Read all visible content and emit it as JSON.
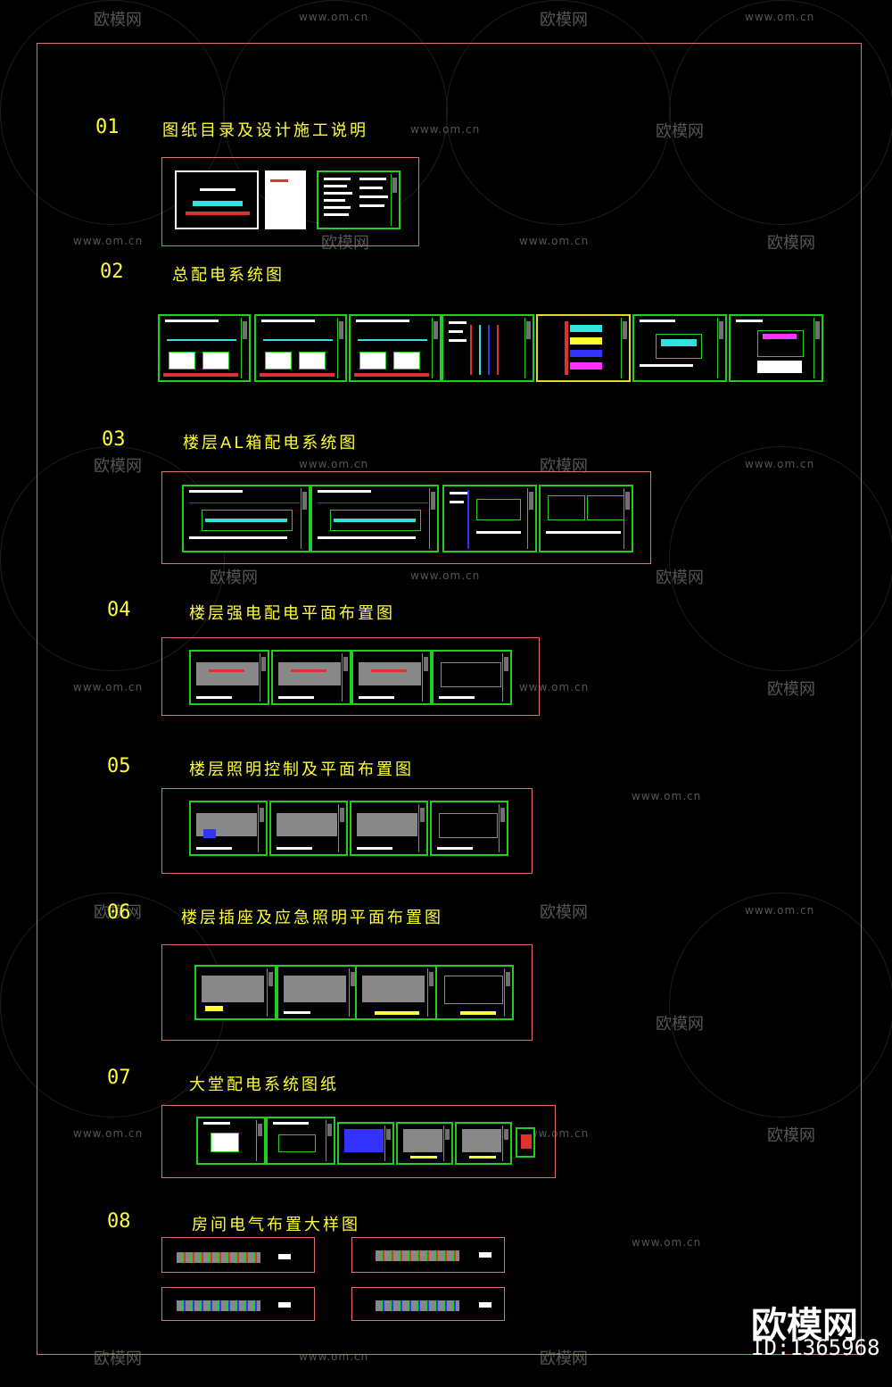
{
  "watermark": {
    "site": "www.om.cn",
    "brand": "欧模网"
  },
  "sections": [
    {
      "num": "01",
      "title": "图纸目录及设计施工说明"
    },
    {
      "num": "02",
      "title": "总配电系统图"
    },
    {
      "num": "03",
      "title": "楼层AL箱配电系统图"
    },
    {
      "num": "04",
      "title": "楼层强电配电平面布置图"
    },
    {
      "num": "05",
      "title": "楼层照明控制及平面布置图"
    },
    {
      "num": "06",
      "title": "楼层插座及应急照明平面布置图"
    },
    {
      "num": "07",
      "title": "大堂配电系统图纸"
    },
    {
      "num": "08",
      "title": "房间电气布置大样图"
    }
  ],
  "footer": {
    "brand": "欧模网",
    "id": "ID:1365968"
  },
  "colors": {
    "frame": "#e07070",
    "sheet_border": "#22cc22",
    "title": "#ffff33",
    "background": "#000000"
  }
}
